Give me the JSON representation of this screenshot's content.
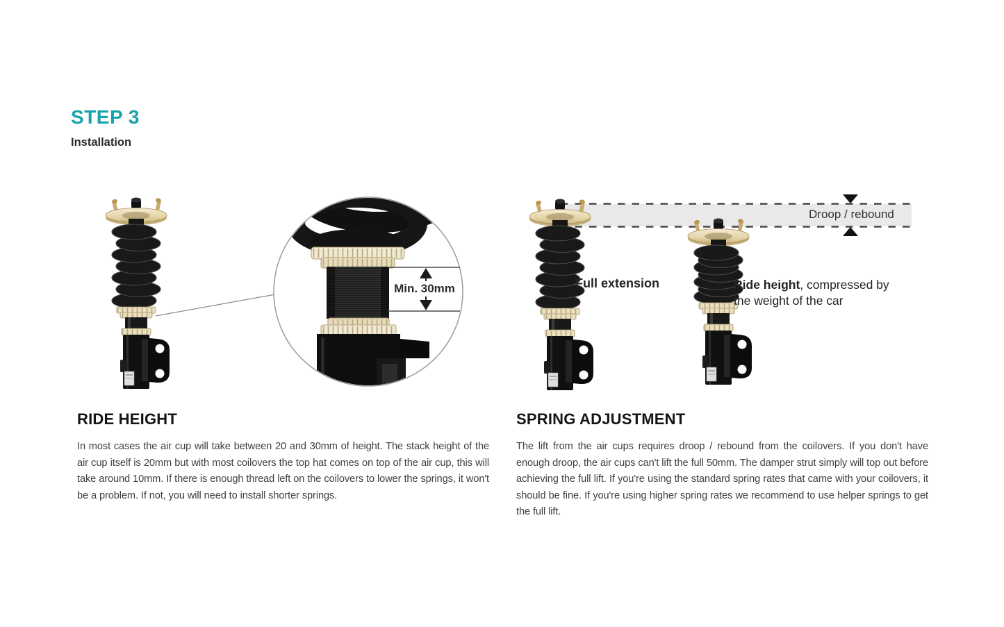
{
  "header": {
    "step_label": "STEP 3",
    "subtitle": "Installation"
  },
  "figures": {
    "ride_height": {
      "min_height_label": "Min. 30mm"
    },
    "spring_adjustment": {
      "droop_label": "Droop / rebound",
      "full_extension_label": "Full extension",
      "ride_height_bold": "Ride height",
      "ride_height_rest": ", compressed by the weight of the car"
    }
  },
  "sections": {
    "ride_height": {
      "title": "RIDE HEIGHT",
      "body": "In most cases the air cup will take between 20 and 30mm of height. The stack height of the air cup itself is 20mm but with most coilovers the top hat comes on top of the air cup, this will take around 10mm. If there is enough thread left on the coilovers to lower the springs, it won't be a problem. If not, you will need to install shorter springs."
    },
    "spring_adjustment": {
      "title": "SPRING ADJUSTMENT",
      "body": "The lift from the air cups requires droop / rebound from the coilovers. If you don't have enough droop, the air cups can't lift the full 50mm. The damper strut simply will top out before achieving the full lift. If you're using the standard spring rates that came with your coilovers, it should be fine. If you're using higher spring rates we recommend to use helper springs to get the full lift."
    }
  },
  "colors": {
    "accent": "#18a3ac",
    "band_gray": "#e9e9e9",
    "gold": "#eadfbf",
    "text": "#3e3e3e"
  }
}
